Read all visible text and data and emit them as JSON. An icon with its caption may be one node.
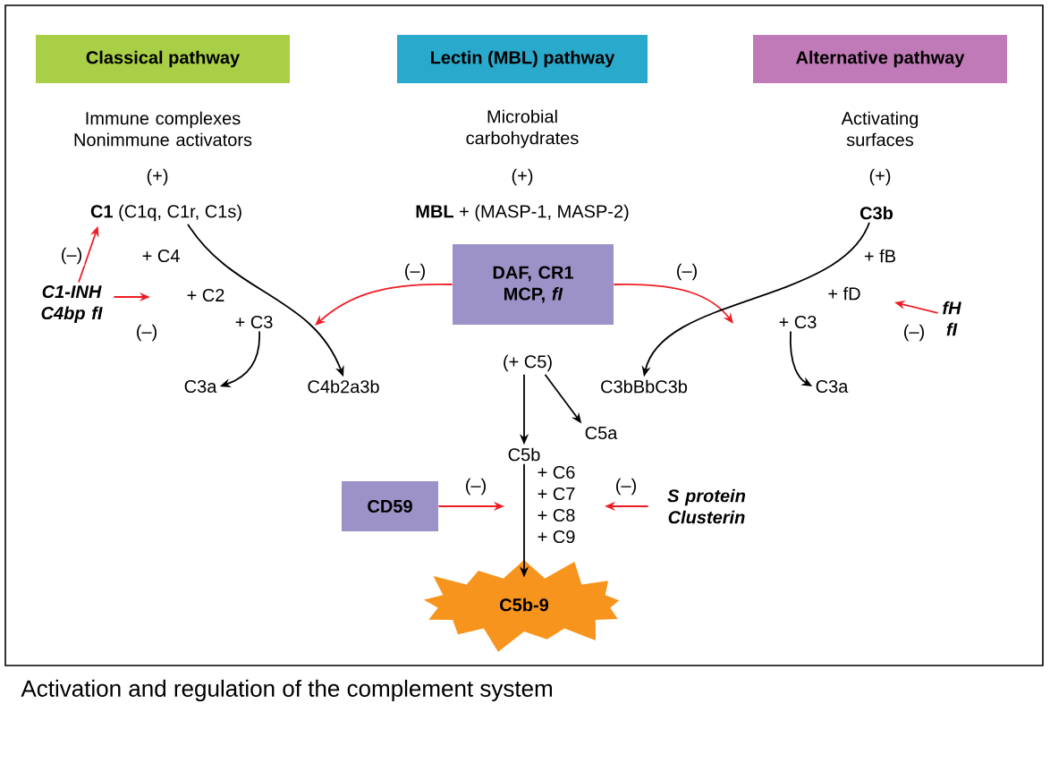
{
  "diagram": {
    "caption": "Activation and regulation of the complement system",
    "nodes": [
      {
        "text": [
          "Classical pathway"
        ]
      },
      {
        "text": [
          "Lectin (MBL) pathway"
        ]
      },
      {
        "text": [
          "Alternative pathway"
        ]
      },
      {
        "text": [
          "Immune complexes Nonimmune activators"
        ]
      },
      {
        "text": [
          "Microbial carbohydrates"
        ]
      },
      {
        "text": [
          "Activating surfaces"
        ]
      },
      {
        "text": [
          "**C1** (C1q, C1r, C1s)"
        ]
      },
      {
        "text": [
          "**MBL** + (MASP-1, MASP-2)"
        ]
      },
      {
        "text": [
          "C3b"
        ]
      },
      {
        "text": [
          "C1-INH C4bp fI"
        ]
      },
      {
        "text": [
          "DAF, CR1 MCP, *fI*"
        ]
      },
      {
        "text": [
          "fH fI"
        ]
      },
      {
        "text": [
          "C3a"
        ]
      },
      {
        "text": [
          "C4b2a3b"
        ]
      },
      {
        "text": [
          "C3bBbC3b"
        ]
      },
      {
        "text": [
          "C3a"
        ]
      },
      {
        "text": [
          "(+ C5)"
        ]
      },
      {
        "text": [
          "C5b"
        ]
      },
      {
        "text": [
          "C5a"
        ]
      },
      {
        "text": [
          "CD59"
        ]
      },
      {
        "text": [
          "S protein Clusterin"
        ]
      },
      {
        "text": [
          "C5b-9"
        ]
      },
      {
        "text": [
          "+ C3"
        ]
      },
      {
        "text": [
          "+ C3"
        ]
      }
    ],
    "edges": [
      {
        "from": 6,
        "to": 13,
        "arrow": "to"
      },
      {
        "from": 22,
        "to": 12,
        "arrow": "to"
      },
      {
        "from": 9,
        "to": 6,
        "arrow": "to",
        "label": "(–)",
        "color": "#ee1c25"
      },
      {
        "from": 9,
        "to": null,
        "arrow": "to",
        "label": "(–)",
        "color": "#ee1c25"
      },
      {
        "from": 10,
        "to": null,
        "arrow": "to",
        "label": "(–)",
        "color": "#ee1c25"
      },
      {
        "from": 10,
        "to": null,
        "arrow": "to",
        "label": "(–)",
        "color": "#ee1c25"
      },
      {
        "from": 8,
        "to": 14,
        "arrow": "to"
      },
      {
        "from": 23,
        "to": 15,
        "arrow": "to"
      },
      {
        "from": 11,
        "to": null,
        "arrow": "to",
        "label": "(–)",
        "color": "#ee1c25"
      },
      {
        "from": 16,
        "to": 17,
        "arrow": "to"
      },
      {
        "from": 16,
        "to": 18,
        "arrow": "to"
      },
      {
        "from": 17,
        "to": 21,
        "arrow": "to"
      },
      {
        "from": 19,
        "to": null,
        "arrow": "to",
        "label": "(–)",
        "color": "#ee1c25"
      },
      {
        "from": 20,
        "to": null,
        "arrow": "to",
        "label": "(–)",
        "color": "#ee1c25"
      }
    ],
    "labels": [
      "(+)",
      "(+)",
      "(+)",
      "+ C4",
      "+ C2",
      "+ fB",
      "+ fD",
      "+ C6",
      "+ C7",
      "+ C8",
      "+ C9"
    ]
  }
}
